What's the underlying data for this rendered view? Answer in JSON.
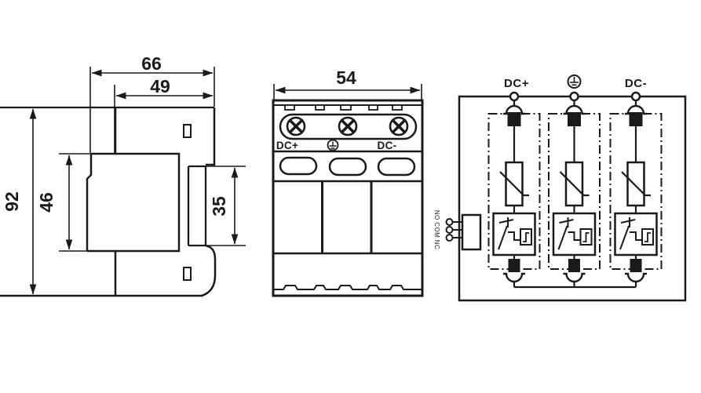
{
  "drawing_type": "technical-dimension-drawing-and-schematic",
  "colors": {
    "line": "#1a1a1a",
    "background": "#ffffff"
  },
  "side_view": {
    "dim_depth_total": "66",
    "dim_depth_body": "49",
    "dim_height": "92",
    "dim_module_height": "46",
    "dim_rear_height": "35"
  },
  "front_view": {
    "dim_width": "54",
    "label_positive": "DC+",
    "label_negative": "DC-",
    "earth_icon": "protective-earth-symbol",
    "screw_icon": "terminal-screw",
    "module_count": 3
  },
  "schematic": {
    "label_positive": "DC+",
    "label_negative": "DC-",
    "earth_icon": "protective-earth-symbol",
    "label_contacts": "NO COM NC",
    "module_symbols": [
      "varistor",
      "thermal-disconnector",
      "plug-in-contacts"
    ],
    "module_count": 3
  }
}
